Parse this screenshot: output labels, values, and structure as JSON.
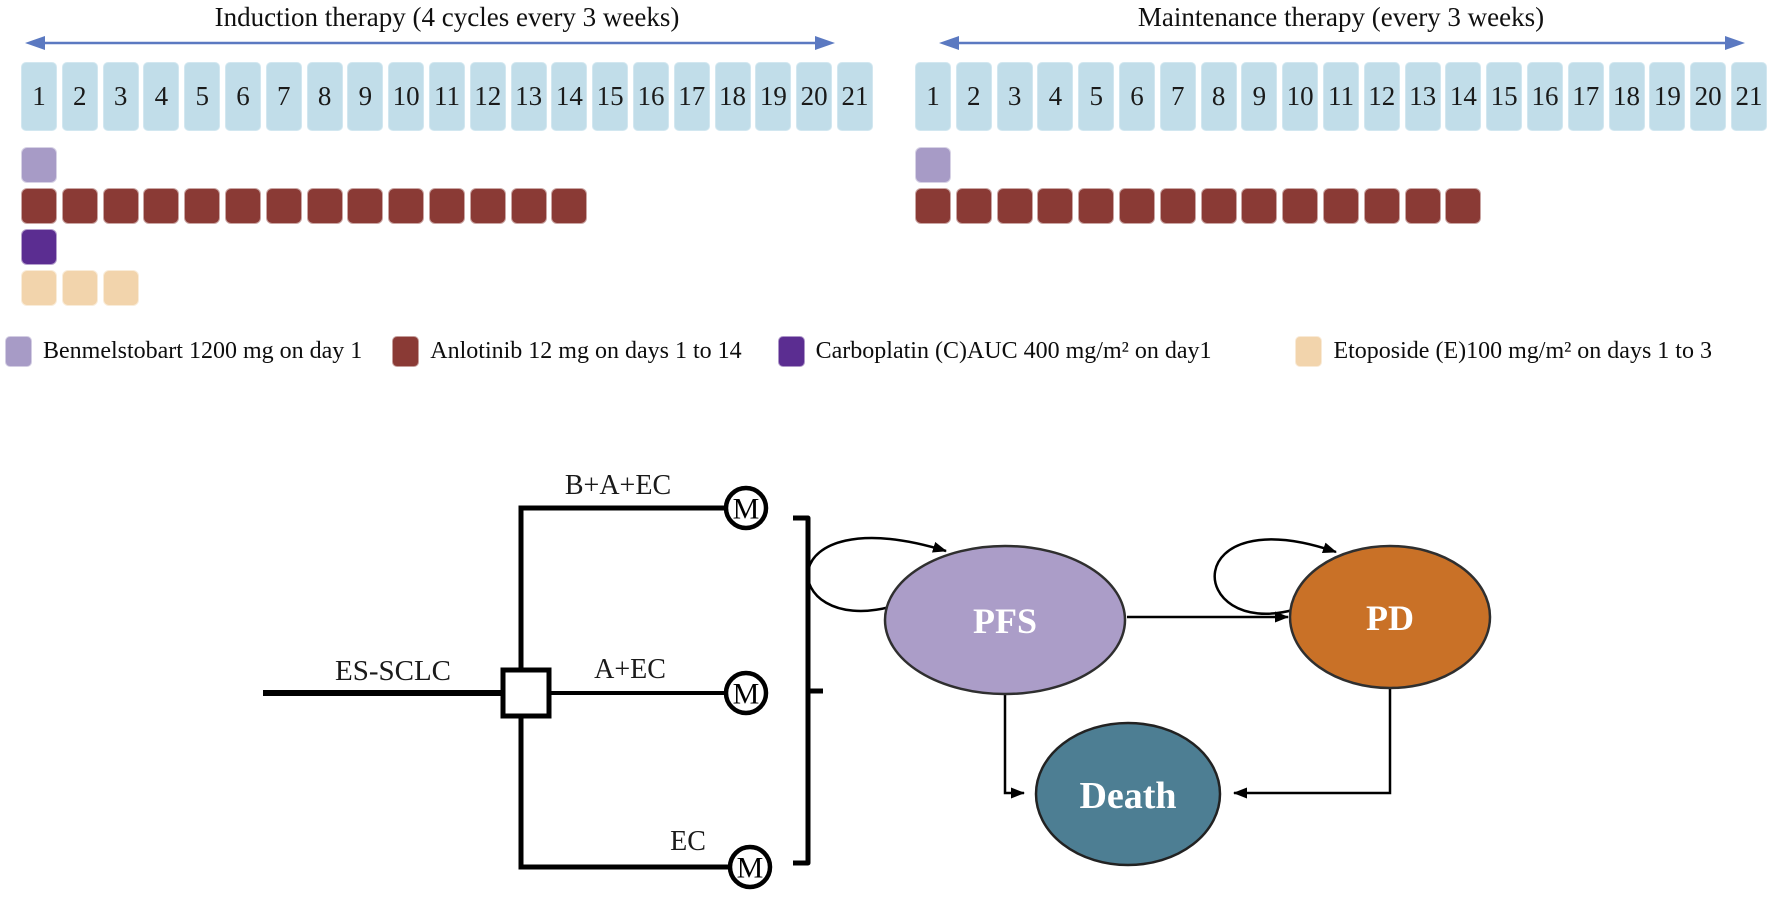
{
  "colors": {
    "day_box": "#c1dde9",
    "benmelstobart": "#a79bc6",
    "anlotinib": "#8a3a35",
    "carboplatin": "#5b2d91",
    "etoposide": "#f2d4ac",
    "arrow": "#5b79c1",
    "pfs": "#ab9dc8",
    "pd": "#c97127",
    "death": "#4d7e93"
  },
  "panels": [
    {
      "id": "induction",
      "title": "Induction therapy (4 cycles every 3 weeks)",
      "days": [
        "1",
        "2",
        "3",
        "4",
        "5",
        "6",
        "7",
        "8",
        "9",
        "10",
        "11",
        "12",
        "13",
        "14",
        "15",
        "16",
        "17",
        "18",
        "19",
        "20",
        "21"
      ],
      "rows": [
        {
          "drug": "benmelstobart",
          "span": 1
        },
        {
          "drug": "anlotinib",
          "span": 14
        },
        {
          "drug": "carboplatin",
          "span": 1
        },
        {
          "drug": "etoposide",
          "span": 3
        }
      ]
    },
    {
      "id": "maintenance",
      "title": "Maintenance therapy (every 3 weeks)",
      "days": [
        "1",
        "2",
        "3",
        "4",
        "5",
        "6",
        "7",
        "8",
        "9",
        "10",
        "11",
        "12",
        "13",
        "14",
        "15",
        "16",
        "17",
        "18",
        "19",
        "20",
        "21"
      ],
      "rows": [
        {
          "drug": "benmelstobart",
          "span": 1
        },
        {
          "drug": "anlotinib",
          "span": 14
        }
      ]
    }
  ],
  "legend": {
    "items": [
      {
        "key": "benmelstobart",
        "label": "Benmelstobart 1200 mg on day 1"
      },
      {
        "key": "anlotinib",
        "label": "Anlotinib 12 mg on days 1 to 14"
      },
      {
        "key": "carboplatin",
        "label": "Carboplatin (C)AUC 400 mg/m² on day1"
      },
      {
        "key": "etoposide",
        "label": "Etoposide (E)100 mg/m² on days 1 to 3"
      }
    ]
  },
  "tree": {
    "root_label": "ES-SCLC",
    "branches": [
      {
        "label": "B+A+EC",
        "node": "M"
      },
      {
        "label": "A+EC",
        "node": "M"
      },
      {
        "label": "EC",
        "node": "M"
      }
    ]
  },
  "markov": {
    "states": [
      {
        "id": "pfs",
        "label": "PFS"
      },
      {
        "id": "pd",
        "label": "PD"
      },
      {
        "id": "death",
        "label": "Death"
      }
    ]
  }
}
